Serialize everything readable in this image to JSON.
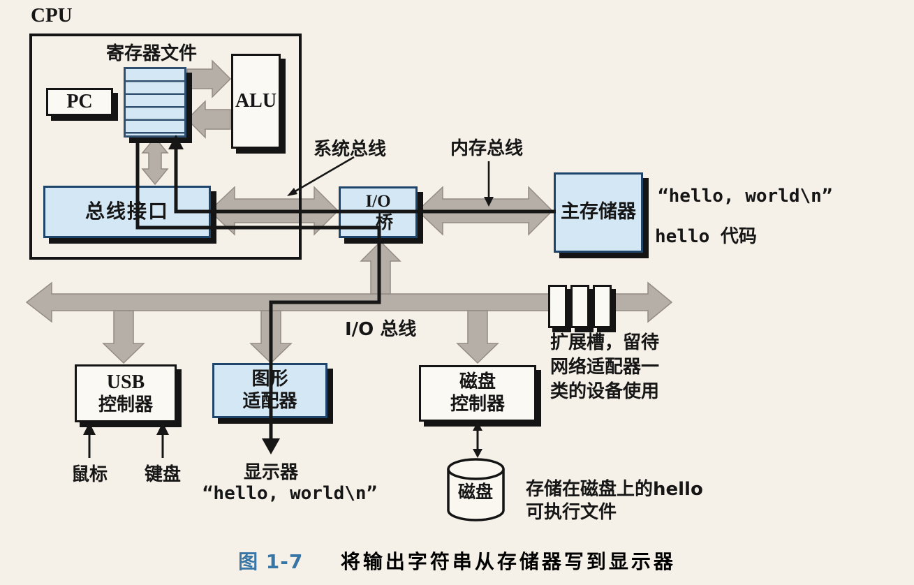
{
  "colors": {
    "box_fill_blue": "#d3e7f4",
    "box_border_blue": "#20456b",
    "box_fill_white": "#fbf9f4",
    "line_black": "#161616",
    "arrow_gray": "#b6afa7",
    "background": "#f6f1e8",
    "caption_tag_blue": "#3876a6"
  },
  "cpu": {
    "label": "CPU",
    "register_file_label": "寄存器文件",
    "pc_label": "PC",
    "alu_label": "ALU",
    "bus_interface_label": "总线接口"
  },
  "buses": {
    "system_bus_label": "系统总线",
    "memory_bus_label": "内存总线",
    "io_bus_label": "I/O 总线"
  },
  "io_bridge": {
    "line1": "I/O",
    "line2": "桥"
  },
  "main_memory": {
    "label": "主存储器",
    "string_annotation": "“hello, world\\n”",
    "code_annotation": "hello 代码"
  },
  "devices": {
    "usb_controller": {
      "line1": "USB",
      "line2": "控制器"
    },
    "mouse_label": "鼠标",
    "keyboard_label": "键盘",
    "graphics_adapter": {
      "line1": "图形",
      "line2": "适配器"
    },
    "display_label": "显示器",
    "display_string": "“hello, world\\n”",
    "disk_controller": {
      "line1": "磁盘",
      "line2": "控制器"
    },
    "disk_label": "磁盘",
    "disk_note_line1": "存储在磁盘上的hello",
    "disk_note_line2": "可执行文件",
    "expansion_note_line1": "扩展槽，留待",
    "expansion_note_line2": "网络适配器一",
    "expansion_note_line3": "类的设备使用"
  },
  "caption": {
    "tag": "图 1-7",
    "text": "将输出字符串从存储器写到显示器"
  }
}
